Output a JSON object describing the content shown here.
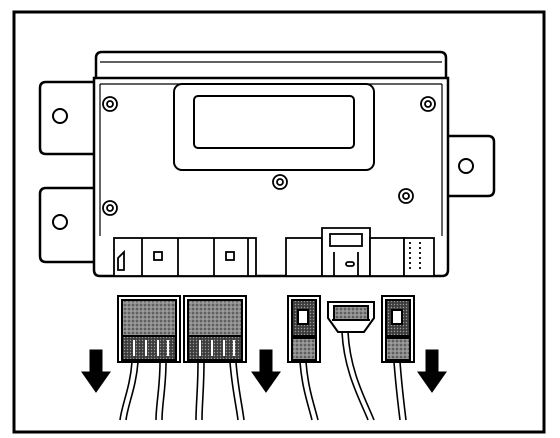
{
  "figure": {
    "subject": "control-module-with-harness-connectors",
    "arrow_count": 3,
    "connector_count": 5,
    "line_color": "#000000",
    "fill_color": "#ffffff",
    "shade_color": "#5a5a5a"
  }
}
